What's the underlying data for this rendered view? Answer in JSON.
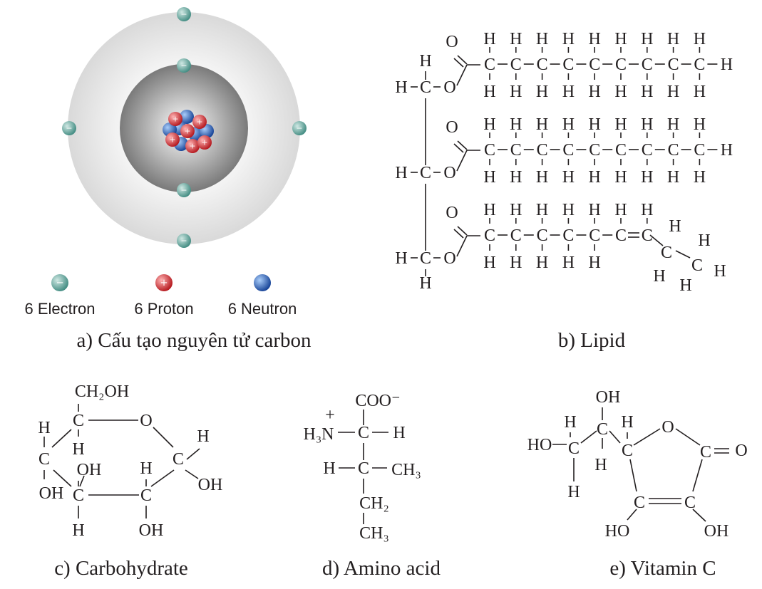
{
  "atom_diagram": {
    "legend": [
      {
        "label": "6 Electron",
        "color": "#5aa39a"
      },
      {
        "label": "6 Proton",
        "color": "#d92b2f"
      },
      {
        "label": "6 Neutron",
        "color": "#1f5fbf"
      }
    ],
    "electron_sign": "−",
    "proton_sign": "+"
  },
  "captions": {
    "a": "a) Cấu tạo nguyên tử carbon",
    "b": "b) Lipid",
    "c": "c) Carbohydrate",
    "d": "d) Amino acid",
    "e": "e) Vitamin C"
  },
  "lipid": {
    "glycerol": [
      "H",
      "H",
      "C",
      "O",
      "H",
      "C",
      "O",
      "H",
      "C",
      "O",
      "H"
    ],
    "carbonyl_o": "O",
    "chain_atom": "C",
    "chain_h": "H",
    "tail": [
      "H",
      "C",
      "H",
      "H",
      "C",
      "H",
      "H"
    ]
  },
  "carbohydrate": {
    "labels": [
      "CH₂OH",
      "C",
      "O",
      "H",
      "H",
      "C",
      "OH",
      "OH",
      "H",
      "C",
      "H",
      "C",
      "C",
      "OH",
      "H",
      "OH",
      "H"
    ]
  },
  "amino_acid": {
    "labels": [
      "COO⁻",
      "+",
      "H₃N",
      "C",
      "H",
      "H",
      "C",
      "CH₃",
      "CH₂",
      "CH₃"
    ]
  },
  "vitamin_c": {
    "labels": [
      "OH",
      "H",
      "C",
      "HO",
      "C",
      "H",
      "H",
      "H",
      "C",
      "O",
      "C",
      "O",
      "C",
      "C",
      "HO",
      "OH"
    ]
  }
}
